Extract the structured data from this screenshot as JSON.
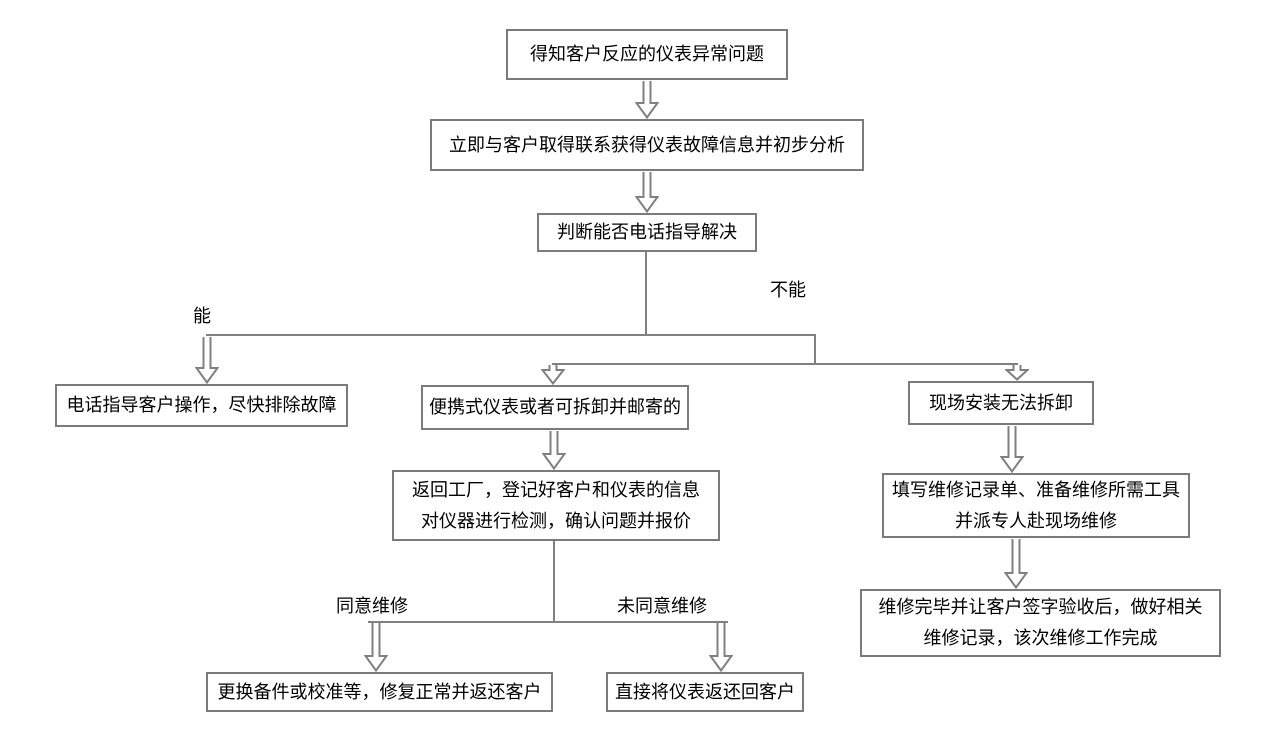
{
  "flowchart": {
    "nodes": {
      "learn_issue": {
        "text": "得知客户反应的仪表异常问题"
      },
      "contact": {
        "text": "立即与客户取得联系获得仪表故障信息并初步分析"
      },
      "judge_phone": {
        "text": "判断能否电话指导解决"
      },
      "phone_guide": {
        "text": "电话指导客户操作，尽快排除故障"
      },
      "portable_mail": {
        "text": "便携式仪表或者可拆卸并邮寄的"
      },
      "onsite_fixed": {
        "text": "现场安装无法拆卸"
      },
      "return_factory": {
        "text": "返回工厂，登记好客户和仪表的信息\n对仪器进行检测，确认问题并报价"
      },
      "fill_record": {
        "text": "填写维修记录单、准备维修所需工具\n并派专人赴现场维修"
      },
      "finish_work": {
        "text": "维修完毕并让客户签字验收后，做好相关\n维修记录，该次维修工作完成"
      },
      "replace_parts": {
        "text": "更换备件或校准等，修复正常并返还客户"
      },
      "return_direct": {
        "text": "直接将仪表返还回客户"
      }
    },
    "labels": {
      "can": "能",
      "cannot": "不能",
      "agree": "同意维修",
      "disagree": "未同意维修"
    },
    "colors": {
      "line": "#808080",
      "border": "#7b7b7b",
      "text": "#000000",
      "background": "#ffffff"
    }
  }
}
